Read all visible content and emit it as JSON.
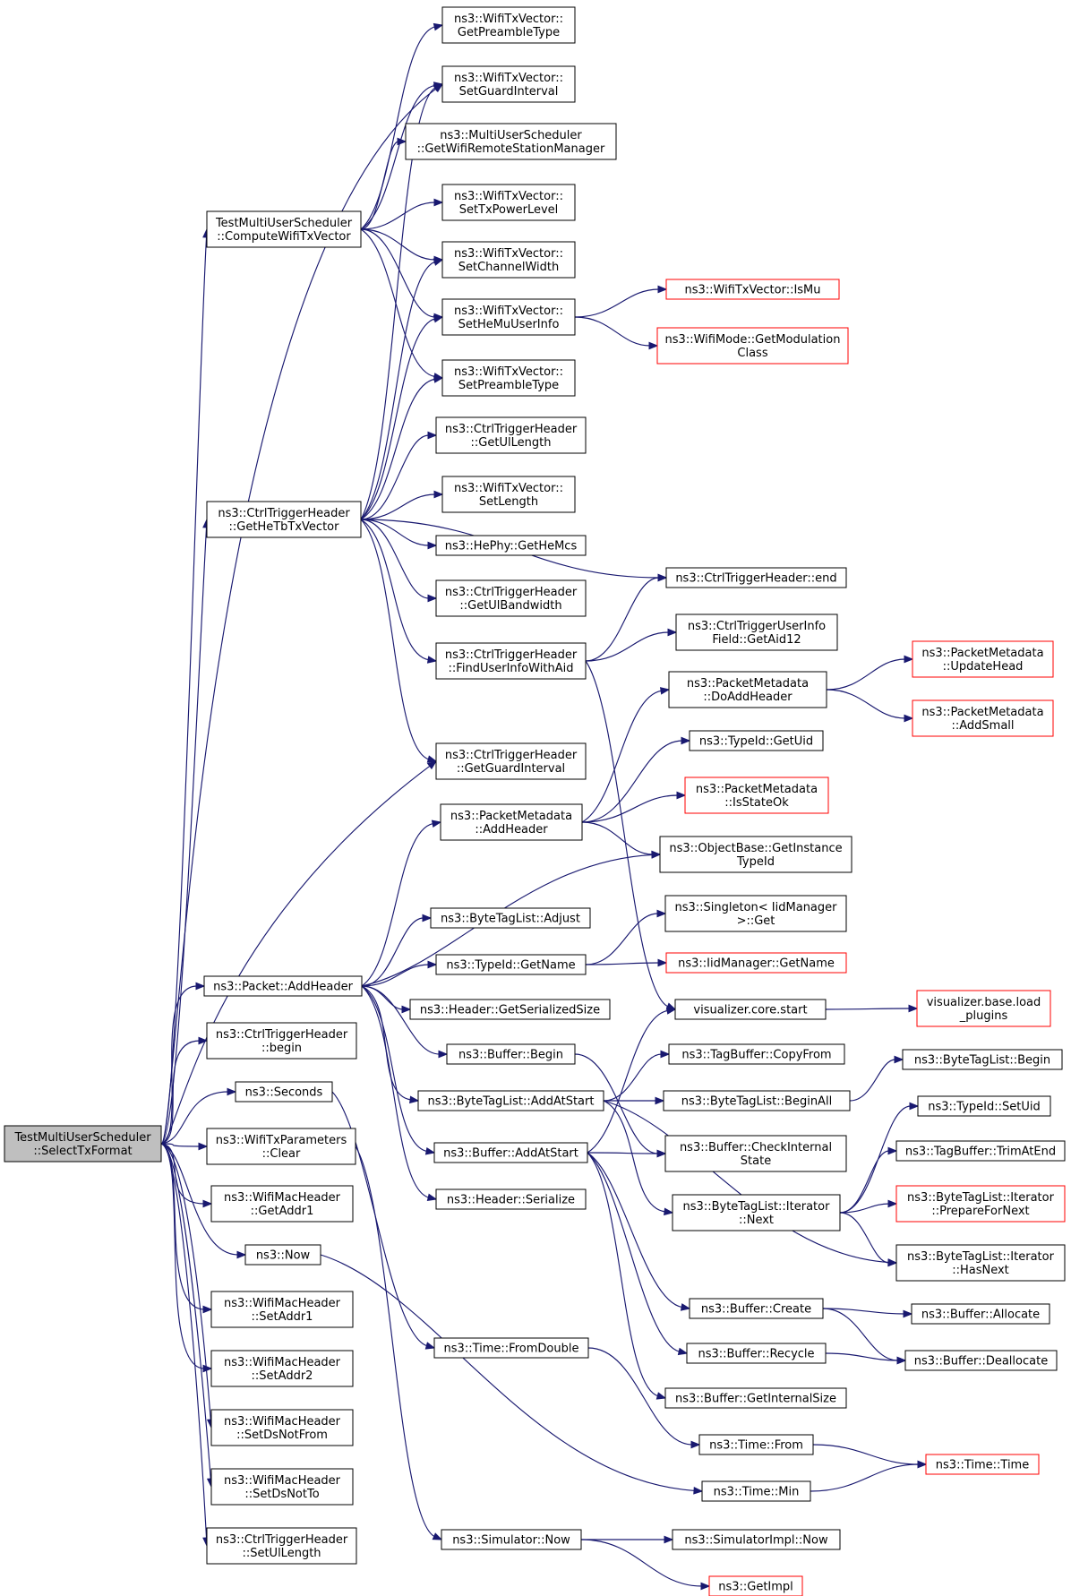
{
  "colors": {
    "edge": "#191970",
    "node_border": "#000000",
    "truncated_border": "#ff0000",
    "root_fill": "#bfbfbf",
    "node_fill": "#ffffff"
  },
  "nodes": [
    {
      "id": "root",
      "lines": [
        "TestMultiUserScheduler",
        "::SelectTxFormat"
      ],
      "kind": "root"
    },
    {
      "id": "computeWifiTxVector",
      "lines": [
        "TestMultiUserScheduler",
        "::ComputeWifiTxVector"
      ]
    },
    {
      "id": "getHeTbTxVector",
      "lines": [
        "ns3::CtrlTriggerHeader",
        "::GetHeTbTxVector"
      ]
    },
    {
      "id": "packetAddHeader",
      "lines": [
        "ns3::Packet::AddHeader"
      ]
    },
    {
      "id": "ctrlBegin",
      "lines": [
        "ns3::CtrlTriggerHeader",
        "::begin"
      ]
    },
    {
      "id": "seconds",
      "lines": [
        "ns3::Seconds"
      ]
    },
    {
      "id": "txParamsClear",
      "lines": [
        "ns3::WifiTxParameters",
        "::Clear"
      ]
    },
    {
      "id": "getAddr1",
      "lines": [
        "ns3::WifiMacHeader",
        "::GetAddr1"
      ]
    },
    {
      "id": "now",
      "lines": [
        "ns3::Now"
      ]
    },
    {
      "id": "setAddr1",
      "lines": [
        "ns3::WifiMacHeader",
        "::SetAddr1"
      ]
    },
    {
      "id": "setAddr2",
      "lines": [
        "ns3::WifiMacHeader",
        "::SetAddr2"
      ]
    },
    {
      "id": "setDsNotFrom",
      "lines": [
        "ns3::WifiMacHeader",
        "::SetDsNotFrom"
      ]
    },
    {
      "id": "setDsNotTo",
      "lines": [
        "ns3::WifiMacHeader",
        "::SetDsNotTo"
      ]
    },
    {
      "id": "setUlLength",
      "lines": [
        "ns3::CtrlTriggerHeader",
        "::SetUlLength"
      ]
    },
    {
      "id": "getPreambleType",
      "lines": [
        "ns3::WifiTxVector::",
        "GetPreambleType"
      ]
    },
    {
      "id": "setGuardInterval",
      "lines": [
        "ns3::WifiTxVector::",
        "SetGuardInterval"
      ]
    },
    {
      "id": "getWifiRemoteStationManager",
      "lines": [
        "ns3::MultiUserScheduler",
        "::GetWifiRemoteStationManager"
      ]
    },
    {
      "id": "setTxPowerLevel",
      "lines": [
        "ns3::WifiTxVector::",
        "SetTxPowerLevel"
      ]
    },
    {
      "id": "setChannelWidth",
      "lines": [
        "ns3::WifiTxVector::",
        "SetChannelWidth"
      ]
    },
    {
      "id": "setHeMuUserInfo",
      "lines": [
        "ns3::WifiTxVector::",
        "SetHeMuUserInfo"
      ]
    },
    {
      "id": "setPreambleType",
      "lines": [
        "ns3::WifiTxVector::",
        "SetPreambleType"
      ]
    },
    {
      "id": "getUlLength",
      "lines": [
        "ns3::CtrlTriggerHeader",
        "::GetUlLength"
      ]
    },
    {
      "id": "setLength",
      "lines": [
        "ns3::WifiTxVector::",
        "SetLength"
      ]
    },
    {
      "id": "getHeMcs",
      "lines": [
        "ns3::HePhy::GetHeMcs"
      ]
    },
    {
      "id": "getUlBandwidth",
      "lines": [
        "ns3::CtrlTriggerHeader",
        "::GetUlBandwidth"
      ]
    },
    {
      "id": "findUserInfoWithAid",
      "lines": [
        "ns3::CtrlTriggerHeader",
        "::FindUserInfoWithAid"
      ]
    },
    {
      "id": "getGuardInterval",
      "lines": [
        "ns3::CtrlTriggerHeader",
        "::GetGuardInterval"
      ]
    },
    {
      "id": "metaAddHeader",
      "lines": [
        "ns3::PacketMetadata",
        "::AddHeader"
      ]
    },
    {
      "id": "byteTagListAdjust",
      "lines": [
        "ns3::ByteTagList::Adjust"
      ]
    },
    {
      "id": "typeIdGetName",
      "lines": [
        "ns3::TypeId::GetName"
      ]
    },
    {
      "id": "getSerializedSize",
      "lines": [
        "ns3::Header::GetSerializedSize"
      ]
    },
    {
      "id": "bufferBegin",
      "lines": [
        "ns3::Buffer::Begin"
      ]
    },
    {
      "id": "byteTagListAddAtStart",
      "lines": [
        "ns3::ByteTagList::AddAtStart"
      ]
    },
    {
      "id": "bufferAddAtStart",
      "lines": [
        "ns3::Buffer::AddAtStart"
      ]
    },
    {
      "id": "headerSerialize",
      "lines": [
        "ns3::Header::Serialize"
      ]
    },
    {
      "id": "timeFromDouble",
      "lines": [
        "ns3::Time::FromDouble"
      ]
    },
    {
      "id": "simulatorNow",
      "lines": [
        "ns3::Simulator::Now"
      ]
    },
    {
      "id": "isMu",
      "lines": [
        "ns3::WifiTxVector::IsMu"
      ],
      "kind": "truncated"
    },
    {
      "id": "getModulationClass",
      "lines": [
        "ns3::WifiMode::GetModulation",
        "Class"
      ],
      "kind": "truncated"
    },
    {
      "id": "ctrlEnd",
      "lines": [
        "ns3::CtrlTriggerHeader::end"
      ]
    },
    {
      "id": "getAid12",
      "lines": [
        "ns3::CtrlTriggerUserInfo",
        "Field::GetAid12"
      ]
    },
    {
      "id": "doAddHeader",
      "lines": [
        "ns3::PacketMetadata",
        "::DoAddHeader"
      ]
    },
    {
      "id": "typeIdGetUid",
      "lines": [
        "ns3::TypeId::GetUid"
      ]
    },
    {
      "id": "isStateOk",
      "lines": [
        "ns3::PacketMetadata",
        "::IsStateOk"
      ],
      "kind": "truncated"
    },
    {
      "id": "getInstanceTypeId",
      "lines": [
        "ns3::ObjectBase::GetInstance",
        "TypeId"
      ]
    },
    {
      "id": "singletonGet",
      "lines": [
        "ns3::Singleton< IidManager",
        ">::Get"
      ]
    },
    {
      "id": "iidGetName",
      "lines": [
        "ns3::IidManager::GetName"
      ],
      "kind": "truncated"
    },
    {
      "id": "visualizerStart",
      "lines": [
        "visualizer.core.start"
      ]
    },
    {
      "id": "tagBufferCopyFrom",
      "lines": [
        "ns3::TagBuffer::CopyFrom"
      ]
    },
    {
      "id": "byteTagListBeginAll",
      "lines": [
        "ns3::ByteTagList::BeginAll"
      ]
    },
    {
      "id": "checkInternalState",
      "lines": [
        "ns3::Buffer::CheckInternal",
        "State"
      ]
    },
    {
      "id": "iteratorNext",
      "lines": [
        "ns3::ByteTagList::Iterator",
        "::Next"
      ]
    },
    {
      "id": "bufferCreate",
      "lines": [
        "ns3::Buffer::Create"
      ]
    },
    {
      "id": "bufferRecycle",
      "lines": [
        "ns3::Buffer::Recycle"
      ]
    },
    {
      "id": "getInternalSize",
      "lines": [
        "ns3::Buffer::GetInternalSize"
      ]
    },
    {
      "id": "timeFrom",
      "lines": [
        "ns3::Time::From"
      ]
    },
    {
      "id": "timeMin",
      "lines": [
        "ns3::Time::Min"
      ]
    },
    {
      "id": "simImplNow",
      "lines": [
        "ns3::SimulatorImpl::Now"
      ]
    },
    {
      "id": "getImpl",
      "lines": [
        "ns3::GetImpl"
      ],
      "kind": "truncated"
    },
    {
      "id": "updateHead",
      "lines": [
        "ns3::PacketMetadata",
        "::UpdateHead"
      ],
      "kind": "truncated"
    },
    {
      "id": "addSmall",
      "lines": [
        "ns3::PacketMetadata",
        "::AddSmall"
      ],
      "kind": "truncated"
    },
    {
      "id": "loadPlugins",
      "lines": [
        "visualizer.base.load",
        "_plugins"
      ],
      "kind": "truncated"
    },
    {
      "id": "byteTagListBegin",
      "lines": [
        "ns3::ByteTagList::Begin"
      ]
    },
    {
      "id": "setUid",
      "lines": [
        "ns3::TypeId::SetUid"
      ]
    },
    {
      "id": "trimAtEnd",
      "lines": [
        "ns3::TagBuffer::TrimAtEnd"
      ]
    },
    {
      "id": "prepareForNext",
      "lines": [
        "ns3::ByteTagList::Iterator",
        "::PrepareForNext"
      ],
      "kind": "truncated"
    },
    {
      "id": "hasNext",
      "lines": [
        "ns3::ByteTagList::Iterator",
        "::HasNext"
      ]
    },
    {
      "id": "bufferAllocate",
      "lines": [
        "ns3::Buffer::Allocate"
      ]
    },
    {
      "id": "bufferDeallocate",
      "lines": [
        "ns3::Buffer::Deallocate"
      ]
    },
    {
      "id": "timeTime",
      "lines": [
        "ns3::Time::Time"
      ],
      "kind": "truncated"
    }
  ],
  "edges": [
    [
      "root",
      "computeWifiTxVector"
    ],
    [
      "root",
      "getHeTbTxVector"
    ],
    [
      "root",
      "packetAddHeader"
    ],
    [
      "root",
      "ctrlBegin"
    ],
    [
      "root",
      "seconds"
    ],
    [
      "root",
      "txParamsClear"
    ],
    [
      "root",
      "getAddr1"
    ],
    [
      "root",
      "now"
    ],
    [
      "root",
      "setAddr1"
    ],
    [
      "root",
      "setAddr2"
    ],
    [
      "root",
      "setDsNotFrom"
    ],
    [
      "root",
      "setDsNotTo"
    ],
    [
      "root",
      "setUlLength"
    ],
    [
      "root",
      "setGuardInterval"
    ],
    [
      "root",
      "getGuardInterval"
    ],
    [
      "computeWifiTxVector",
      "getPreambleType"
    ],
    [
      "computeWifiTxVector",
      "setGuardInterval"
    ],
    [
      "computeWifiTxVector",
      "getWifiRemoteStationManager"
    ],
    [
      "computeWifiTxVector",
      "setTxPowerLevel"
    ],
    [
      "computeWifiTxVector",
      "setChannelWidth"
    ],
    [
      "computeWifiTxVector",
      "setHeMuUserInfo"
    ],
    [
      "computeWifiTxVector",
      "setPreambleType"
    ],
    [
      "getHeTbTxVector",
      "setGuardInterval"
    ],
    [
      "getHeTbTxVector",
      "setChannelWidth"
    ],
    [
      "getHeTbTxVector",
      "setHeMuUserInfo"
    ],
    [
      "getHeTbTxVector",
      "setPreambleType"
    ],
    [
      "getHeTbTxVector",
      "getUlLength"
    ],
    [
      "getHeTbTxVector",
      "setLength"
    ],
    [
      "getHeTbTxVector",
      "getHeMcs"
    ],
    [
      "getHeTbTxVector",
      "getUlBandwidth"
    ],
    [
      "getHeTbTxVector",
      "ctrlEnd"
    ],
    [
      "getHeTbTxVector",
      "findUserInfoWithAid"
    ],
    [
      "getHeTbTxVector",
      "getGuardInterval"
    ],
    [
      "setHeMuUserInfo",
      "isMu"
    ],
    [
      "setHeMuUserInfo",
      "getModulationClass"
    ],
    [
      "findUserInfoWithAid",
      "ctrlEnd"
    ],
    [
      "findUserInfoWithAid",
      "getAid12"
    ],
    [
      "findUserInfoWithAid",
      "visualizerStart"
    ],
    [
      "packetAddHeader",
      "metaAddHeader"
    ],
    [
      "packetAddHeader",
      "getInstanceTypeId"
    ],
    [
      "packetAddHeader",
      "byteTagListAdjust"
    ],
    [
      "packetAddHeader",
      "typeIdGetName"
    ],
    [
      "packetAddHeader",
      "getSerializedSize"
    ],
    [
      "packetAddHeader",
      "bufferBegin"
    ],
    [
      "packetAddHeader",
      "byteTagListAddAtStart"
    ],
    [
      "packetAddHeader",
      "bufferAddAtStart"
    ],
    [
      "packetAddHeader",
      "headerSerialize"
    ],
    [
      "metaAddHeader",
      "doAddHeader"
    ],
    [
      "metaAddHeader",
      "typeIdGetUid"
    ],
    [
      "metaAddHeader",
      "isStateOk"
    ],
    [
      "metaAddHeader",
      "getInstanceTypeId"
    ],
    [
      "doAddHeader",
      "updateHead"
    ],
    [
      "doAddHeader",
      "addSmall"
    ],
    [
      "typeIdGetName",
      "singletonGet"
    ],
    [
      "typeIdGetName",
      "iidGetName"
    ],
    [
      "bufferBegin",
      "checkInternalState"
    ],
    [
      "byteTagListAddAtStart",
      "tagBufferCopyFrom"
    ],
    [
      "byteTagListAddAtStart",
      "byteTagListBeginAll"
    ],
    [
      "byteTagListAddAtStart",
      "iteratorNext"
    ],
    [
      "byteTagListAddAtStart",
      "hasNext"
    ],
    [
      "byteTagListBeginAll",
      "byteTagListBegin"
    ],
    [
      "bufferAddAtStart",
      "visualizerStart"
    ],
    [
      "bufferAddAtStart",
      "checkInternalState"
    ],
    [
      "bufferAddAtStart",
      "bufferCreate"
    ],
    [
      "bufferAddAtStart",
      "bufferRecycle"
    ],
    [
      "bufferAddAtStart",
      "getInternalSize"
    ],
    [
      "visualizerStart",
      "loadPlugins"
    ],
    [
      "iteratorNext",
      "setUid"
    ],
    [
      "iteratorNext",
      "trimAtEnd"
    ],
    [
      "iteratorNext",
      "prepareForNext"
    ],
    [
      "iteratorNext",
      "hasNext"
    ],
    [
      "bufferCreate",
      "bufferAllocate"
    ],
    [
      "bufferCreate",
      "bufferDeallocate"
    ],
    [
      "bufferRecycle",
      "bufferDeallocate"
    ],
    [
      "seconds",
      "timeFromDouble"
    ],
    [
      "timeFromDouble",
      "timeFrom"
    ],
    [
      "timeFrom",
      "timeTime"
    ],
    [
      "now",
      "timeMin"
    ],
    [
      "timeMin",
      "timeTime"
    ],
    [
      "txParamsClear",
      "simulatorNow"
    ],
    [
      "simulatorNow",
      "simImplNow"
    ],
    [
      "simulatorNow",
      "getImpl"
    ]
  ]
}
